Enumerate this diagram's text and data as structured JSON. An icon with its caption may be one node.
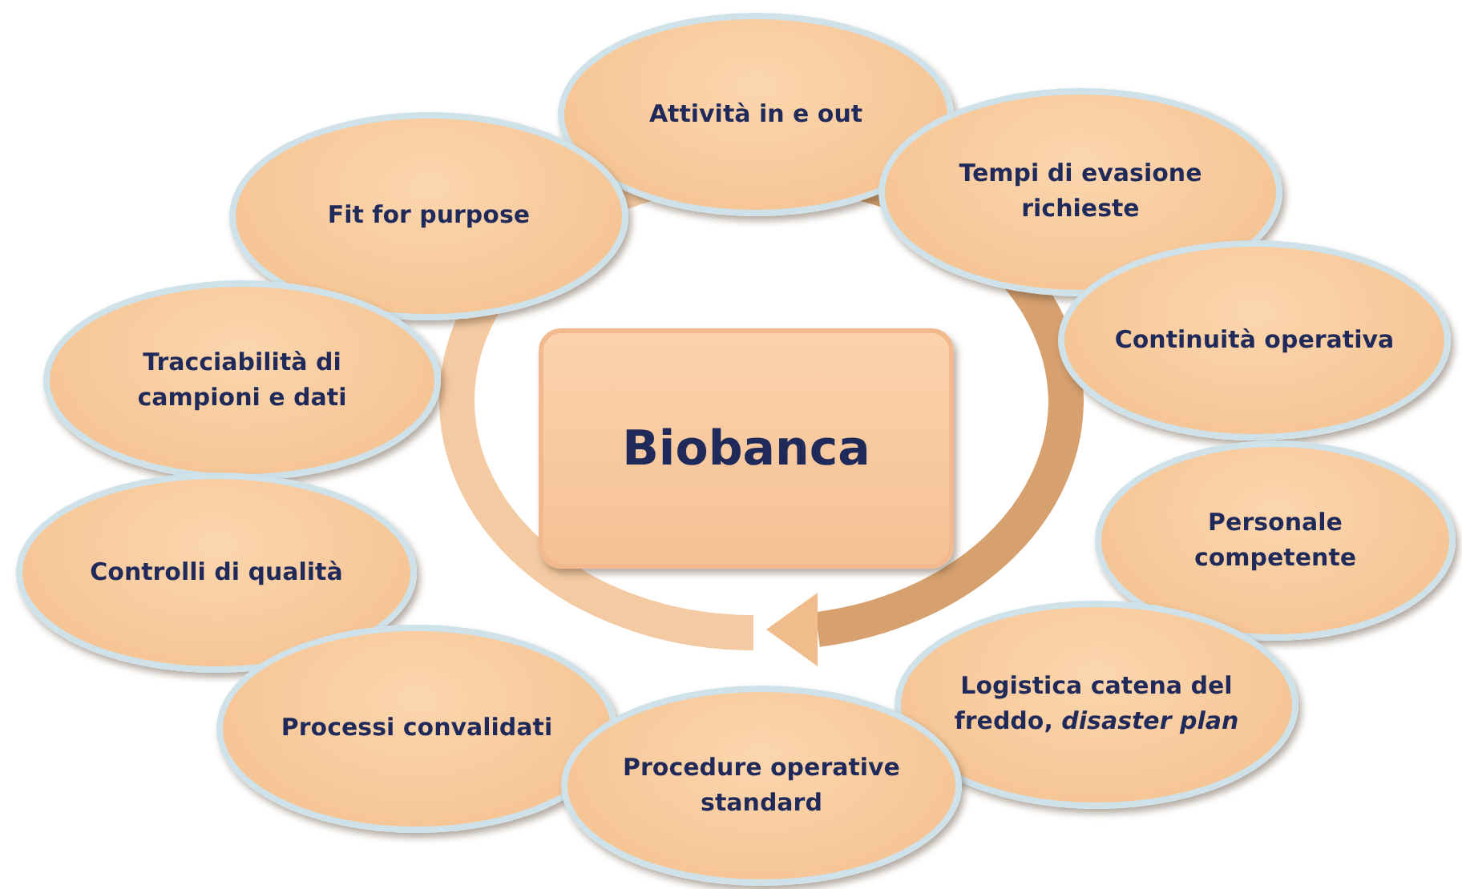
{
  "diagram": {
    "nodes": [
      {
        "text": [
          "Biobanca"
        ]
      },
      {
        "text": [
          "Attività in e out"
        ]
      },
      {
        "text": [
          "Fit for purpose"
        ]
      },
      {
        "text": [
          "Tempi di evasione richieste"
        ]
      },
      {
        "text": [
          "Tracciabilità di campioni e dati"
        ]
      },
      {
        "text": [
          "Continuità operativa"
        ]
      },
      {
        "text": [
          "Controlli di qualità"
        ]
      },
      {
        "text": [
          "Personale competente"
        ]
      },
      {
        "text": [
          "Processi convalidati"
        ]
      },
      {
        "text": [
          "Logistica catena del freddo, *disaster plan*"
        ]
      },
      {
        "text": [
          "Procedure operative standard"
        ]
      }
    ]
  }
}
